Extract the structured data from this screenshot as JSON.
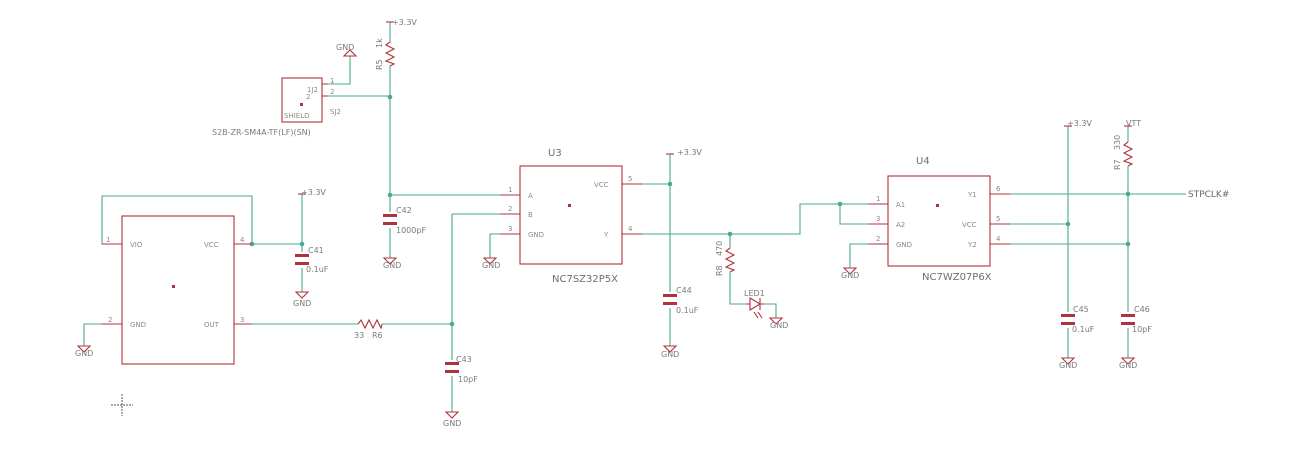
{
  "net_labels": {
    "v33": "+3.3V",
    "vtt": "VTT",
    "gnd": "GND",
    "stpclk": "STPCLK#"
  },
  "parts": {
    "u3": {
      "name": "U3",
      "value": "NC7SZ32P5X",
      "pins": {
        "a": "A",
        "b": "B",
        "gnd": "GND",
        "vcc": "VCC",
        "y": "Y"
      },
      "pin_numbers": [
        "1",
        "2",
        "3",
        "5",
        "4"
      ]
    },
    "u4": {
      "name": "U4",
      "value": "NC7WZ07P6X",
      "pins": {
        "a1": "A1",
        "a2": "A2",
        "gnd": "GND",
        "y1": "Y1",
        "vcc": "VCC",
        "y2": "Y2"
      },
      "pin_numbers": [
        "1",
        "3",
        "2",
        "6",
        "5",
        "4"
      ]
    },
    "osc": {
      "pins": {
        "vio": "VIO",
        "vcc": "VCC",
        "gnd": "GND",
        "out": "OUT"
      },
      "pin_numbers": [
        "1",
        "4",
        "2",
        "3"
      ]
    },
    "sj2": {
      "name": "SJ2",
      "value": "S2B-ZR-SM4A-TF(LF)(SN)",
      "shield": "SHIELD",
      "pin_label": "1J2",
      "inner": "2",
      "pin_numbers": [
        "1",
        "2"
      ]
    },
    "r5": {
      "name": "R5",
      "value": "1k"
    },
    "r6": {
      "name": "R6",
      "value": "33"
    },
    "r7": {
      "name": "R7",
      "value": "330"
    },
    "r8": {
      "name": "R8",
      "value": "470"
    },
    "c41": {
      "name": "C41",
      "value": "0.1uF"
    },
    "c42": {
      "name": "C42",
      "value": "1000pF"
    },
    "c43": {
      "name": "C43",
      "value": "10pF"
    },
    "c44": {
      "name": "C44",
      "value": "0.1uF"
    },
    "c45": {
      "name": "C45",
      "value": "0.1uF"
    },
    "c46": {
      "name": "C46",
      "value": "10pF"
    },
    "led1": {
      "name": "LED1"
    }
  }
}
